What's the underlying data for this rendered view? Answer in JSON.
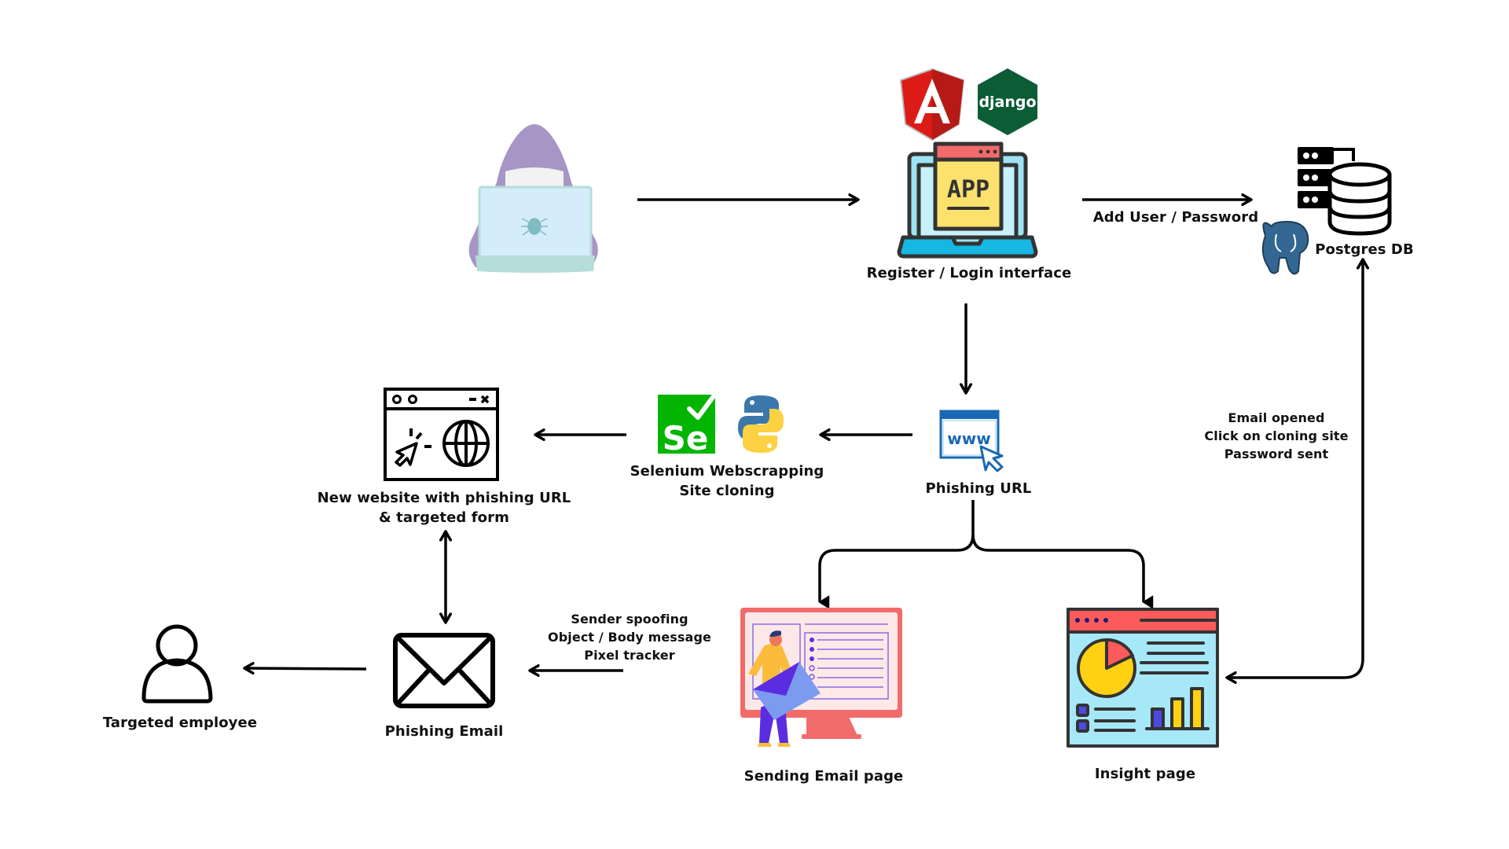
{
  "diagram": {
    "title": "Phishing simulation platform architecture",
    "nodes": {
      "attacker": {
        "label": "",
        "icon": "hacker-laptop-icon"
      },
      "app": {
        "label": "Register / Login interface",
        "icon": "app-laptop-icon",
        "tech": [
          "Angular",
          "django"
        ],
        "app_text": "APP"
      },
      "db": {
        "label": "Postgres DB",
        "icon": "database-server-icon",
        "tech": [
          "PostgreSQL"
        ]
      },
      "phishing_url": {
        "label": "Phishing URL",
        "icon": "www-cursor-icon",
        "www_text": "www"
      },
      "cloning": {
        "lines": [
          "Selenium Webscrapping",
          "Site cloning"
        ],
        "tech": [
          "Selenium",
          "Python"
        ],
        "se_text": "Se"
      },
      "website": {
        "lines": [
          "New website with phishing URL",
          "& targeted form"
        ],
        "icon": "browser-globe-icon"
      },
      "email": {
        "label": "Phishing Email",
        "icon": "envelope-icon"
      },
      "employee": {
        "label": "Targeted employee",
        "icon": "user-icon"
      },
      "sending": {
        "label": "Sending Email page",
        "icon": "person-email-monitor-icon"
      },
      "insight": {
        "label": "Insight page",
        "icon": "dashboard-icon"
      }
    },
    "edge_labels": {
      "app_to_db": "Add User / Password",
      "sending_to_email": [
        "Sender spoofing",
        "Object / Body message",
        "Pixel tracker"
      ],
      "insight_to_db": [
        "Email opened",
        "Click on cloning site",
        "Password sent"
      ]
    },
    "edges": [
      {
        "from": "attacker",
        "to": "app",
        "direction": "forward"
      },
      {
        "from": "app",
        "to": "db",
        "direction": "forward"
      },
      {
        "from": "app",
        "to": "phishing_url",
        "direction": "forward"
      },
      {
        "from": "phishing_url",
        "to": "cloning",
        "direction": "forward"
      },
      {
        "from": "cloning",
        "to": "website",
        "direction": "forward"
      },
      {
        "from": "website",
        "to": "email",
        "direction": "both"
      },
      {
        "from": "phishing_url",
        "to": "sending",
        "direction": "forward"
      },
      {
        "from": "phishing_url",
        "to": "insight",
        "direction": "forward"
      },
      {
        "from": "sending",
        "to": "email",
        "direction": "forward"
      },
      {
        "from": "email",
        "to": "employee",
        "direction": "forward"
      },
      {
        "from": "insight",
        "to": "db",
        "direction": "both"
      }
    ],
    "colors": {
      "hood": "#a795c5",
      "face": "#f2f2f2",
      "laptop_screen": "#d5ecfb",
      "laptop_base": "#b5ddd9",
      "bug": "#7fbcc3",
      "angular_red": "#dd1b16",
      "angular_dark": "#b51a16",
      "django_green": "#0c5c36",
      "app_outline": "#333333",
      "app_screen": "#9ee3f3",
      "app_bar": "#f26b6b",
      "app_page": "#fde16d",
      "app_base": "#16b7e2",
      "postgres_blue": "#336791",
      "www_blue": "#1a68b4",
      "www_light": "#c8e6fb",
      "selenium_green": "#03b500",
      "python_blue": "#3c77ab",
      "python_yellow": "#fed142",
      "monitor_red": "#f26b6b",
      "monitor_pink": "#fde8e8",
      "purple": "#5b2de0",
      "envelope_light": "#7c9bf0",
      "shirt": "#fbbc3c",
      "skin": "#f0785a",
      "insight_bar": "#fd5b5b",
      "insight_bg": "#a6e8f8",
      "pie_yellow": "#fed112",
      "bar_blue": "#4d4adf"
    }
  }
}
